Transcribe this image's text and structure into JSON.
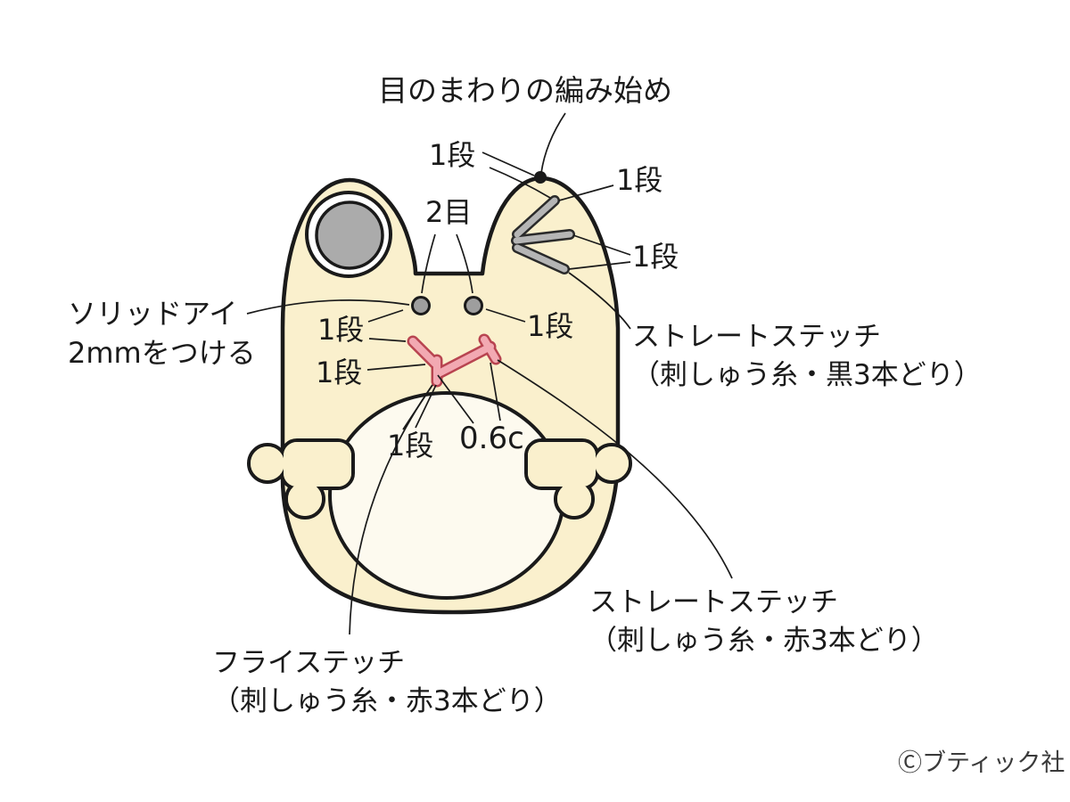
{
  "colors": {
    "body_fill": "#FAF0CD",
    "belly_fill": "#FDFAEF",
    "outline": "#1A1A1A",
    "inner_ear_ring": "#FFFFFF",
    "inner_ear_gray": "#ABABAB",
    "eye_gray": "#9E9E9E",
    "gray_stitch_fill": "#B5B5B5",
    "pink_stitch_fill": "#F2A9B2",
    "pink_stitch_stroke": "#B84450"
  },
  "diagram": {
    "annotations": {
      "start_of_round_eye": "目のまわりの編み始め",
      "dan1": "1段",
      "me2": "2目",
      "measurement": "0.6c",
      "solid_eye": [
        "ソリッドアイ",
        "2mmをつける"
      ],
      "straight_stitch_black": [
        "ストレートステッチ",
        "（刺しゅう糸・黒3本どり）"
      ],
      "straight_stitch_red": [
        "ストレートステッチ",
        "（刺しゅう糸・赤3本どり）"
      ],
      "fly_stitch": [
        "フライステッチ",
        "（刺しゅう糸・赤3本どり）"
      ],
      "copyright": "Ⓒブティック社"
    }
  }
}
